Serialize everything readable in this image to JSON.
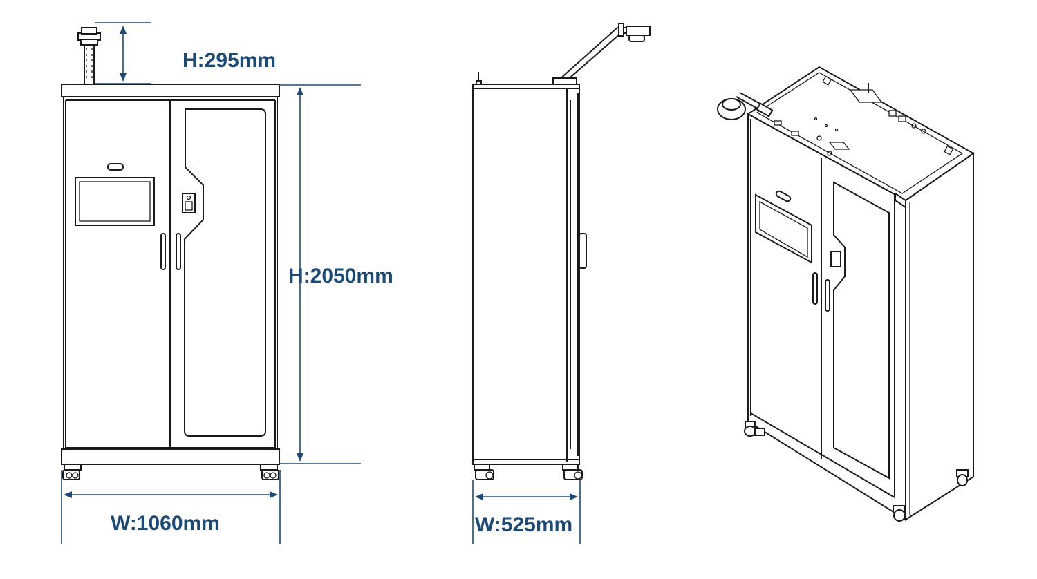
{
  "colors": {
    "dimension_blue": "#1c4a78",
    "outline": "#1a1a1a",
    "background": "#ffffff"
  },
  "dimensions": {
    "probe_height": "H:295mm",
    "cabinet_height": "H:2050mm",
    "front_width": "W:1060mm",
    "side_depth": "W:525mm"
  },
  "views": [
    "front-view",
    "side-view",
    "isometric-view"
  ]
}
